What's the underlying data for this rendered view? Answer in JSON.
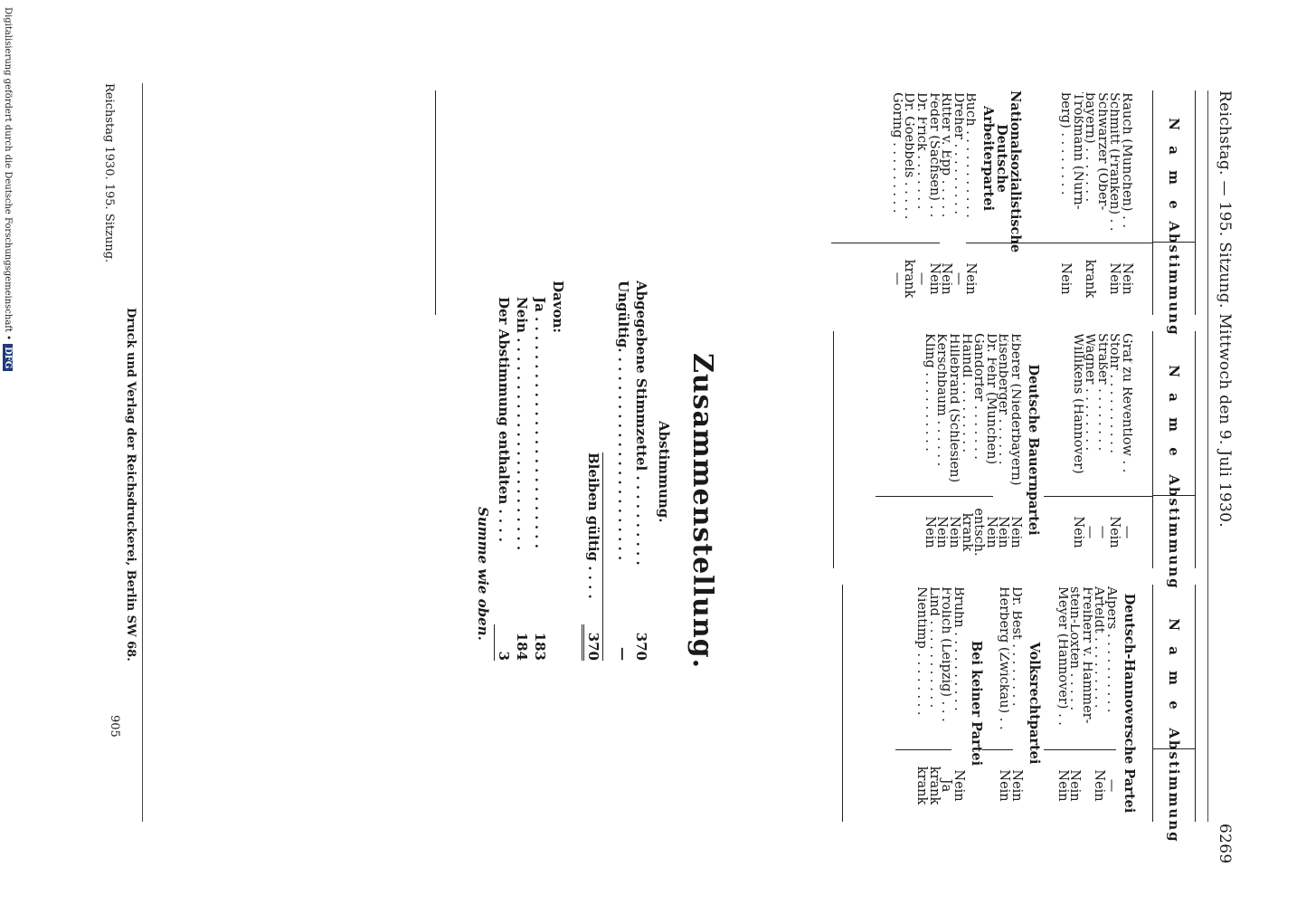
{
  "header": {
    "left": "Reichstag. — 195. Sitzung. Mittwoch den 9. Juli 1930.",
    "page_number": "6269"
  },
  "table_head": {
    "name": "N a m e",
    "vote": "Abstimmung"
  },
  "col1": {
    "rows": [
      {
        "name": "Rauch (München) . .",
        "vote": "Nein"
      },
      {
        "name": "Schmitt (Franken) . .",
        "vote": "Nein"
      },
      {
        "name": "Schwarzer (Ober-",
        "vote": ""
      },
      {
        "name": "  bayern) . . . . . . .",
        "vote": "krank"
      },
      {
        "name": "Troßmann (Nürn-",
        "vote": ""
      },
      {
        "name": "  berg) . . . . . . . .",
        "vote": "Nein"
      }
    ],
    "section1": "Nationalsozialistische Deutsche Arbeiterpartei",
    "rows2": [
      {
        "name": "Buch . . . . . . . . . . .",
        "vote": "Nein"
      },
      {
        "name": "Dreher . . . . . . . . .",
        "vote": "—"
      },
      {
        "name": "Ritter v. Epp . . . . .",
        "vote": "Nein"
      },
      {
        "name": "Feder (Sachsen) . .",
        "vote": "Nein"
      },
      {
        "name": "Dr. Frick . . . . . . .",
        "vote": "—"
      },
      {
        "name": "Dr. Goebbels . . . . .",
        "vote": "krank"
      },
      {
        "name": "Göring . . . . . . . . .",
        "vote": "—"
      }
    ]
  },
  "col2": {
    "rows": [
      {
        "name": "Graf zu Reventlow . .",
        "vote": "—"
      },
      {
        "name": "Stöhr . . . . . . . . . .",
        "vote": "Nein"
      },
      {
        "name": "Straßer . . . . . . . .",
        "vote": "—"
      },
      {
        "name": "Wagner . . . . . . . .",
        "vote": "—"
      },
      {
        "name": "Willikens (Hannover)",
        "vote": "Nein"
      }
    ],
    "section1": "Deutsche Bauernpartei",
    "rows2": [
      {
        "name": "Eberer (Niederbayern)",
        "vote": "Nein"
      },
      {
        "name": "Eisenberger . . . . . .",
        "vote": "Nein"
      },
      {
        "name": "Dr. Fehr (München)",
        "vote": "Nein"
      },
      {
        "name": "Gandorfer . . . . . . .",
        "vote": "entsch."
      },
      {
        "name": "Haindl . . . . . . . . .",
        "vote": "krank"
      },
      {
        "name": "Hillebrand (Schlesien)",
        "vote": "Nein"
      },
      {
        "name": "Kerschbaum . . . . . .",
        "vote": "Nein"
      },
      {
        "name": "Kling . . . . . . . . . .",
        "vote": "Nein"
      }
    ]
  },
  "col3": {
    "section1": "Deutsch-Hannoversche Partei",
    "rows": [
      {
        "name": "Alpers . . . . . . . . . .",
        "vote": "—"
      },
      {
        "name": "Arteldt . . . . . . . . .",
        "vote": "Nein"
      },
      {
        "name": "Freiherr v. Hammer-",
        "vote": ""
      },
      {
        "name": "  stein-Loxten . . . . .",
        "vote": "Nein"
      },
      {
        "name": "Meyer (Hannover) . .",
        "vote": "Nein"
      }
    ],
    "section2": "Volksrechtpartei",
    "rows2": [
      {
        "name": "Dr. Best . . . . . . . .",
        "vote": "Nein"
      },
      {
        "name": "Herberg (Zwickau) . .",
        "vote": "Nein"
      }
    ],
    "section3": "Bei keiner Partei",
    "rows3": [
      {
        "name": "Bruhn . . . . . . . . . .",
        "vote": "Nein"
      },
      {
        "name": "Frölich (Leipzig) . . .",
        "vote": "Ja"
      },
      {
        "name": "Lind . . . . . . . . . . .",
        "vote": "krank"
      },
      {
        "name": "Nientimp . . . . . . . .",
        "vote": "krank"
      }
    ]
  },
  "summary": {
    "title": "Zusammenstellung.",
    "subtitle": "Abstimmung.",
    "abgegebene_label": "Abgegebene Stimmzettel . . . . . . . . . .",
    "abgegebene_value": "370",
    "ungueltig_label": "Ungültig. . . . . . . . . . . . . . . . . . . . . . .",
    "ungueltig_value": "—",
    "gueltig_label": "Bleiben gültig . . . .",
    "gueltig_value": "370",
    "davon": "Davon:",
    "ja_label": "Ja . . . . . . . . . . . . . . . . . . . . . . . . .",
    "ja_value": "183",
    "nein_label": "Nein . . . . . . . . . . . . . . . . . . . . . . .",
    "nein_value": "184",
    "enthalten_label": "Der Abstimmung enthalten . . . .",
    "enthalten_value": "3",
    "summe": "Summe wie oben."
  },
  "footer": {
    "printer": "Druck und Verlag der Reichsdruckerei, Berlin SW 68.",
    "left": "Reichstag 1930.   195. Sitzung.",
    "right": "905"
  },
  "side_note": {
    "text": "Digitalisierung gefördert durch die Deutsche Forschungsgemeinschaft •",
    "badge": "DFG"
  }
}
